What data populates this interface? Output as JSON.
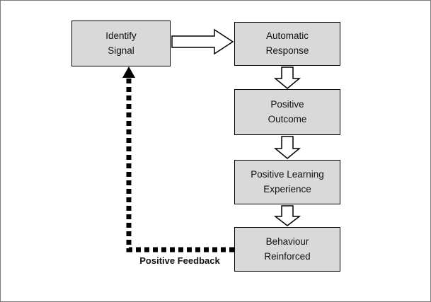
{
  "diagram": {
    "title": "",
    "nodes": {
      "identify_signal": {
        "label": "Identify\nSignal"
      },
      "automatic_response": {
        "label": "Automatic\nResponse"
      },
      "positive_outcome": {
        "label": "Positive\nOutcome"
      },
      "positive_learning": {
        "label": "Positive Learning\nExperience"
      },
      "behaviour_reinforced": {
        "label": "Behaviour\nReinforced"
      }
    },
    "feedback_label": "Positive Feedback",
    "flow": [
      "Identify Signal -> Automatic Response",
      "Automatic Response -> Positive Outcome",
      "Positive Outcome -> Positive Learning Experience",
      "Positive Learning Experience -> Behaviour Reinforced",
      "Behaviour Reinforced -> Identify Signal (dashed feedback)"
    ]
  },
  "colors": {
    "background": "#ffffff",
    "node_fill": "#d9d9d9",
    "node_border": "#000000",
    "arrow_fill": "#ffffff",
    "text_color": "#111111"
  }
}
